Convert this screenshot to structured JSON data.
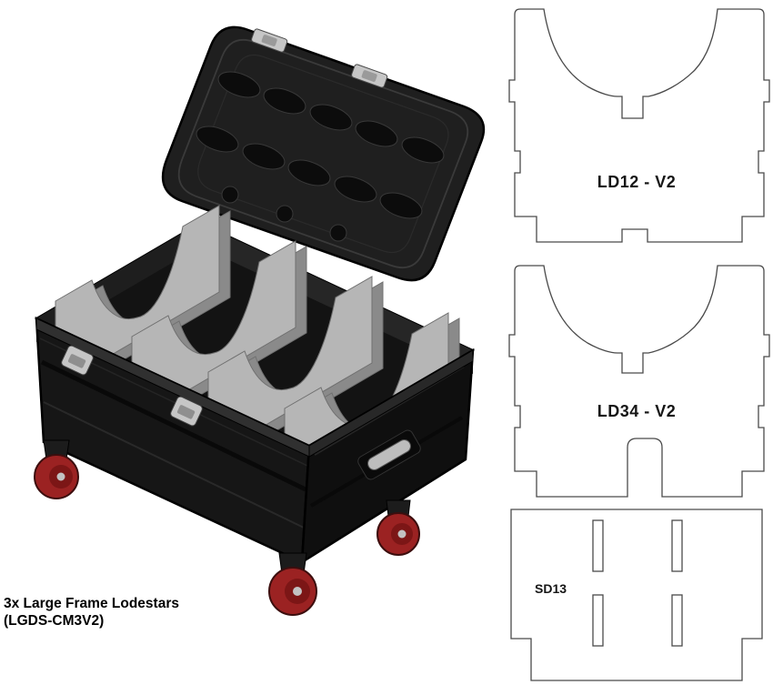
{
  "figure": {
    "caption_line1": "3x Large Frame Lodestars",
    "caption_line2": "(LGDS-CM3V2)",
    "panels": [
      {
        "label": "LD12 - V2"
      },
      {
        "label": "LD34 - V2"
      },
      {
        "label": "SD13"
      }
    ],
    "colors": {
      "case_body": "#161616",
      "case_lid": "#1f1f1f",
      "divider_gray": "#b6b6b6",
      "hardware_gray": "#c6c6c6",
      "wheel_red": "#9b2222",
      "outline_stroke": "#4a4a4a"
    }
  }
}
